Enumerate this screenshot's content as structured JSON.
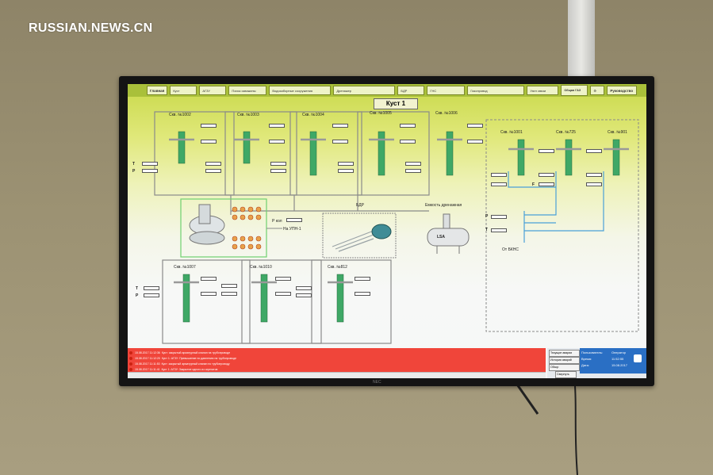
{
  "watermark": "RUSSIAN.NEWS.CN",
  "toolbar": {
    "home": "Главная",
    "dd1": "Куст",
    "dd2": "АГЗУ",
    "dd3": "Поиск скважины",
    "dd4": "Водозаборные сооружения",
    "dd5": "Дренажер",
    "dd6": "БДР",
    "dd7": "ГНС",
    "dd8": "Газопровод",
    "dd9": "Узел связи",
    "gas": "Общая ГАЗ",
    "guide": "Руководство"
  },
  "title": "Куст 1",
  "wells_top": [
    {
      "name": "Скв. №1002"
    },
    {
      "name": "Скв. №1003"
    },
    {
      "name": "Скв. №1004"
    },
    {
      "name": "Скв. №1005"
    },
    {
      "name": "Скв. №1006"
    }
  ],
  "wells_right": [
    {
      "name": "Скв. №1001"
    },
    {
      "name": "Скв. №725"
    },
    {
      "name": "Скв. №901"
    }
  ],
  "wells_bottom": [
    {
      "name": "Скв. №1007"
    },
    {
      "name": "Скв. №1010"
    },
    {
      "name": "Скв. №812"
    }
  ],
  "labels": {
    "p_kol": "Р кол",
    "to_upn": "На УПН-1",
    "bdr": "БДР",
    "drain_tank": "Емкость дренажная",
    "lsa": "LSA",
    "from_bkns": "От БКНС",
    "p": "Р",
    "t": "Т",
    "f": "F"
  },
  "alarms": [
    {
      "time": "15.08.2017 11:12:36",
      "text": "Куст: закрытый арматурный клапан на трубопроводе"
    },
    {
      "time": "15.08.2017 11:12:20",
      "text": "Куст 1: АГЗУ: Превышение по давлению на трубопроводе"
    },
    {
      "time": "15.08.2017 11:11:53",
      "text": "Куст: закрытый арматурный клапан по трубопроводу"
    },
    {
      "time": "15.08.2017 11:11:41",
      "text": "Куст 1: АГЗУ: Закрытие одного из агрегатов"
    }
  ],
  "info": {
    "btn1": "Текущие аварии",
    "btn2": "История аварий",
    "btn3": "Обзор",
    "btn4": "Свернуть",
    "user_label": "Пользователь:",
    "user": "Оператор",
    "time_label": "Время:",
    "time": "11:52:55",
    "date_label": "Дата:",
    "date": "15.08.2017"
  },
  "colors": {
    "screen_top": "#c9d94a",
    "alarm_bar": "#f0453a",
    "info_blue": "#2a6fc4",
    "pipe": "#8a8a8a",
    "pipe_blue": "#4aa0d8"
  }
}
